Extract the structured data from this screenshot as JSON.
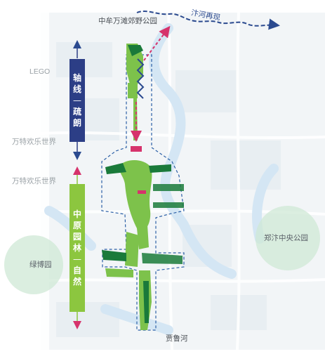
{
  "labels": {
    "park_north": "中牟万滩郊野公园",
    "river_north": "汴河再现",
    "lego": "LEGO",
    "world1": "万特欢乐世界",
    "world2": "万特欢乐世界",
    "lvbo": "绿博园",
    "zhengbian": "郑汴中央公园",
    "jialu": "贾鲁河"
  },
  "axis_top": {
    "chars": [
      "轴",
      "线",
      "—",
      "疏",
      "朗"
    ],
    "color": "#2c3e86"
  },
  "axis_bottom": {
    "chars": [
      "中",
      "原",
      "园",
      "林",
      "—",
      "自",
      "然"
    ],
    "color": "#8cc63f"
  },
  "colors": {
    "green_dark": "#1a7a3a",
    "green_light": "#7dc24b",
    "river": "#2b4a8f",
    "pink": "#d6336c",
    "circle": "#cfe8d5",
    "outline": "#2b5fa6"
  }
}
